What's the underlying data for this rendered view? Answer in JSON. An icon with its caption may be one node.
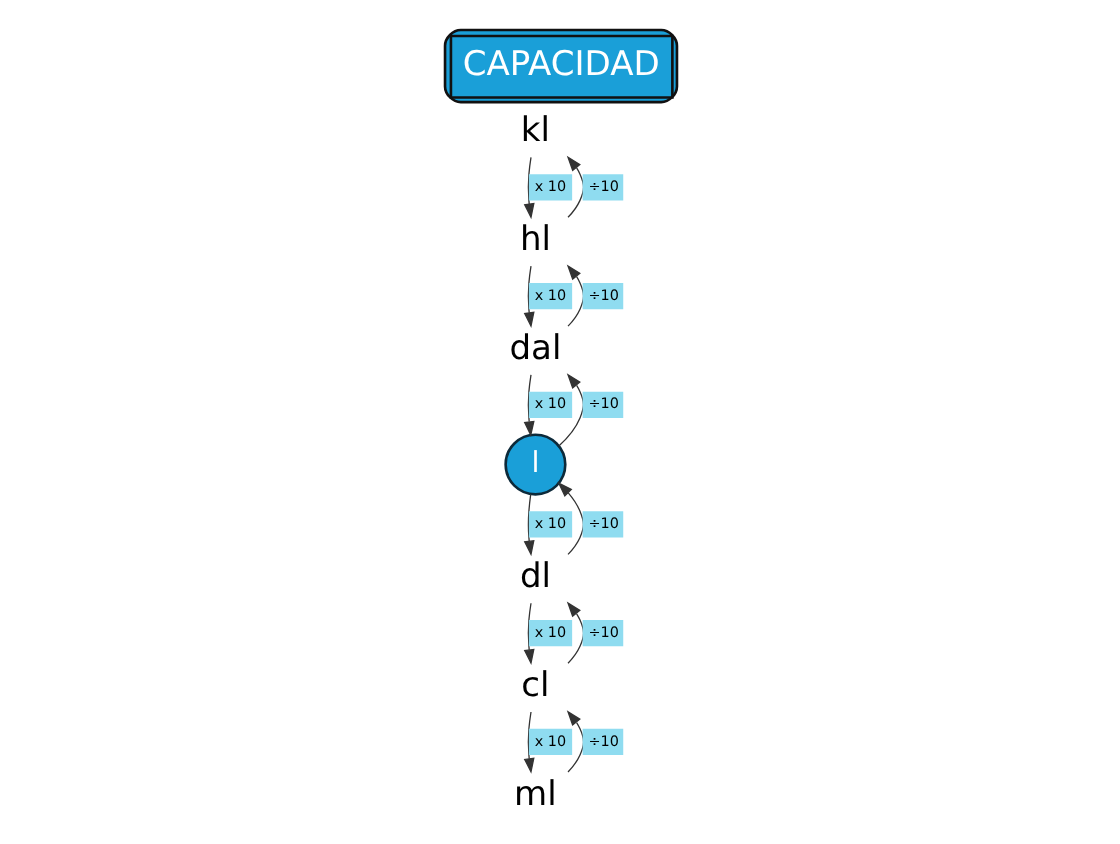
{
  "diagram": {
    "title": "CAPACIDAD",
    "nodes": [
      {
        "text": [
          "kl"
        ]
      },
      {
        "text": [
          "hl"
        ]
      },
      {
        "text": [
          "dal"
        ]
      },
      {
        "text": [
          "l"
        ]
      },
      {
        "text": [
          "dl"
        ]
      },
      {
        "text": [
          "cl"
        ]
      },
      {
        "text": [
          "ml"
        ]
      }
    ],
    "edges": [
      {
        "from": 0,
        "to": 1,
        "arrow": "to",
        "label": "x 10"
      },
      {
        "from": 1,
        "to": 2,
        "arrow": "to",
        "label": "x 10"
      },
      {
        "from": 2,
        "to": 3,
        "arrow": "to",
        "label": "x 10"
      },
      {
        "from": 3,
        "to": 4,
        "arrow": "to",
        "label": "x 10"
      },
      {
        "from": 4,
        "to": 5,
        "arrow": "to",
        "label": "x 10"
      },
      {
        "from": 5,
        "to": 6,
        "arrow": "to",
        "label": "x 10"
      },
      {
        "from": 1,
        "to": 0,
        "arrow": "to",
        "label": "÷10"
      },
      {
        "from": 2,
        "to": 1,
        "arrow": "to",
        "label": "÷10"
      },
      {
        "from": 3,
        "to": 2,
        "arrow": "to",
        "label": "÷10"
      },
      {
        "from": 4,
        "to": 3,
        "arrow": "to",
        "label": "÷10"
      },
      {
        "from": 5,
        "to": 4,
        "arrow": "to",
        "label": "÷10"
      },
      {
        "from": 6,
        "to": 5,
        "arrow": "to",
        "label": "÷10"
      }
    ]
  }
}
